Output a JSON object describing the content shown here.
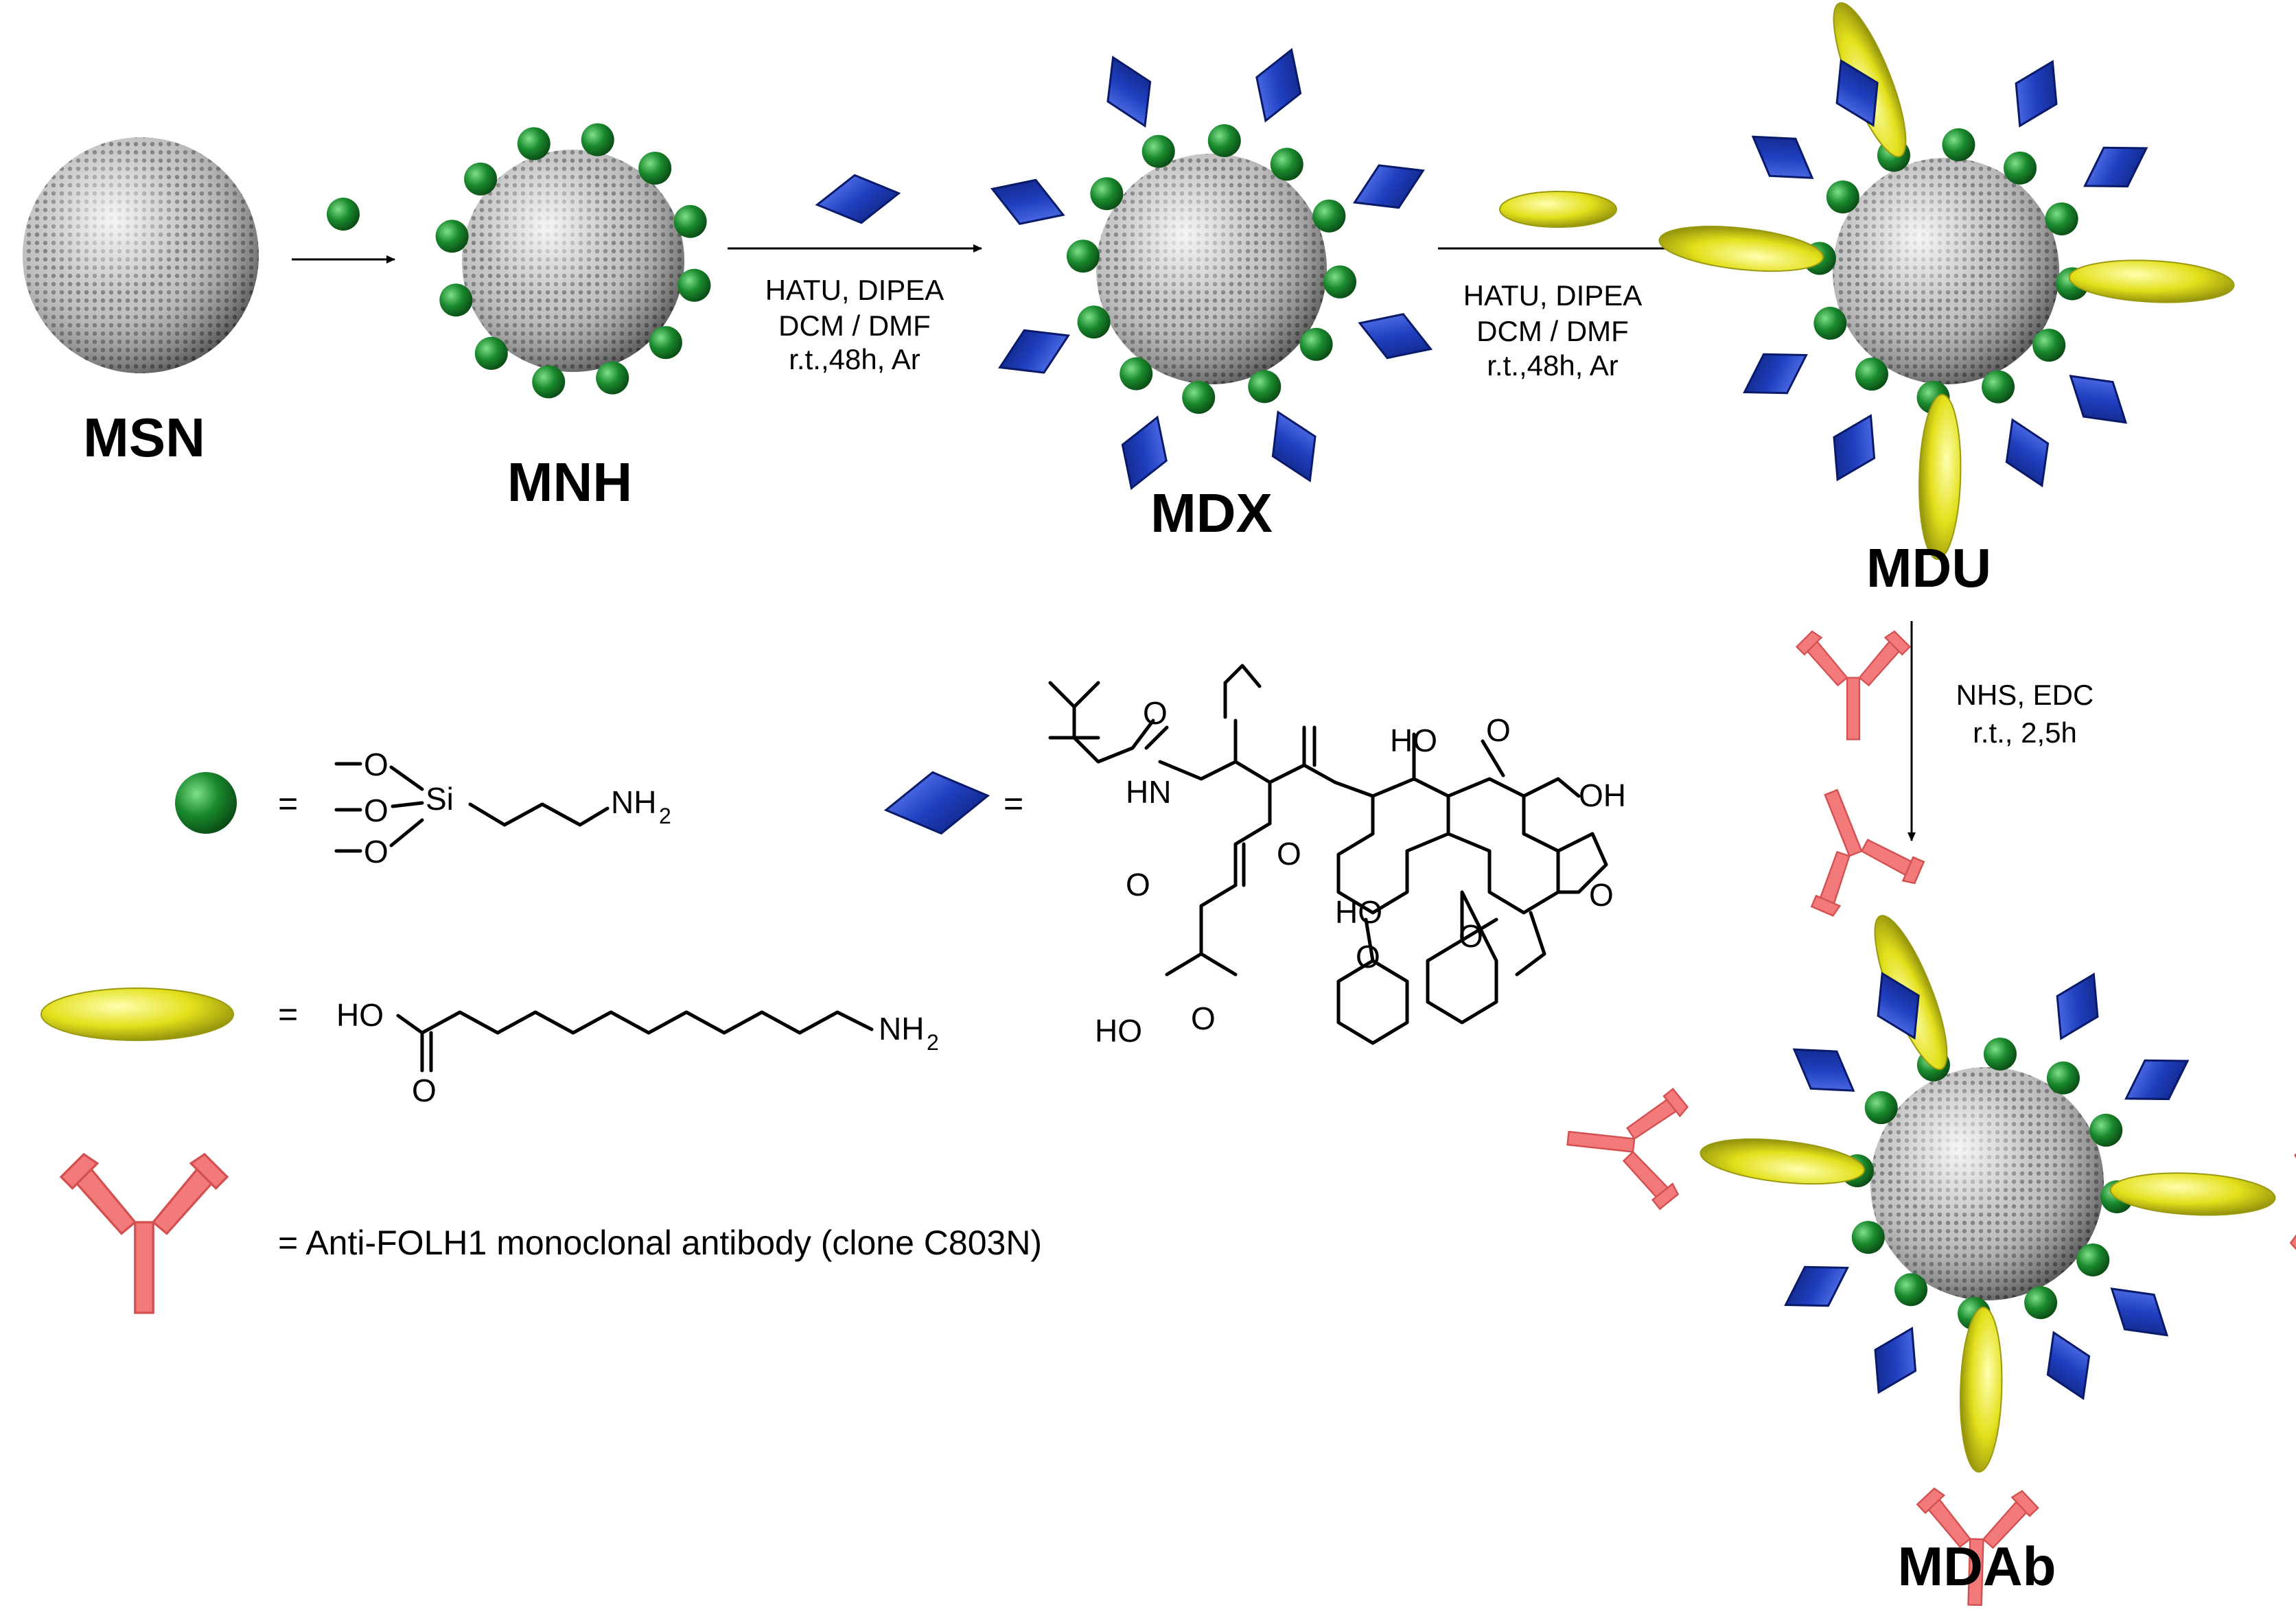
{
  "products": {
    "msn": "MSN",
    "mnh": "MNH",
    "mdx": "MDX",
    "mdu": "MDU",
    "mdab": "MDAb"
  },
  "conditions": {
    "step2": [
      "HATU, DIPEA",
      "DCM / DMF",
      "r.t.,48h, Ar"
    ],
    "step3": [
      "HATU, DIPEA",
      "DCM / DMF",
      "r.t.,48h, Ar"
    ],
    "step4": [
      "NHS, EDC",
      "r.t., 2,5h"
    ]
  },
  "legend": {
    "equals": "=",
    "antibody_text": "= Anti-FOLH1 monoclonal antibody (clone C803N)"
  },
  "chem": {
    "silane_o": "O",
    "silane_si": "Si",
    "nh2_main": "NH",
    "sub2": "2",
    "ho": "HO",
    "o": "O",
    "hn": "HN",
    "oh": "OH"
  },
  "colors": {
    "green": "#1a8a2e",
    "blue": "#1f3fbf",
    "yellow": "#e3e01c",
    "antibody": "#f27a7a",
    "sphere": "#9a9a9a"
  }
}
